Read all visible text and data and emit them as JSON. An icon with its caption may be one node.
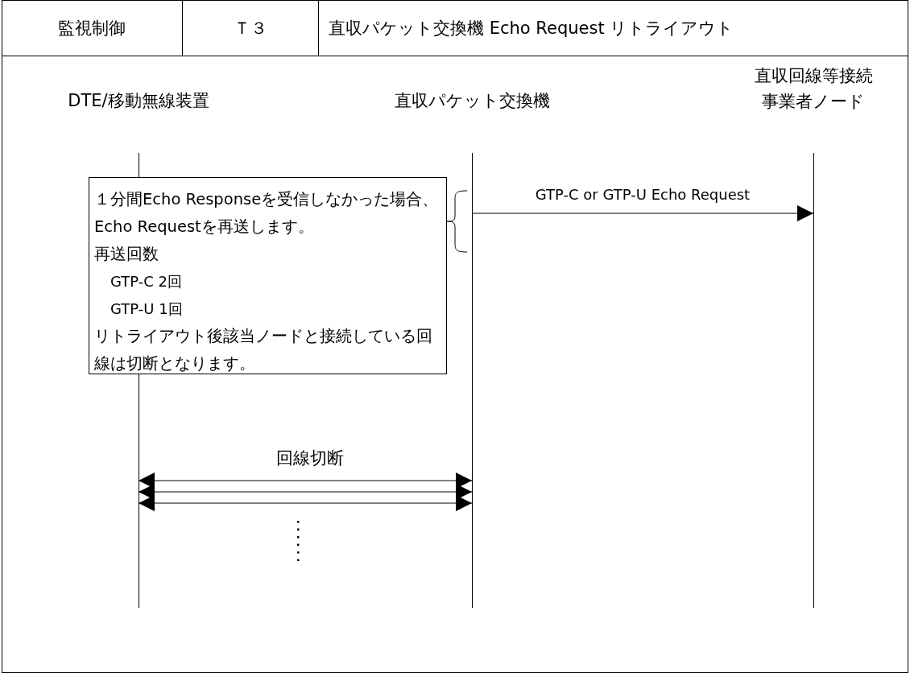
{
  "diagram": {
    "nodes": [
      {
        "text": [
          "DTE/移動無線装置"
        ]
      },
      {
        "text": [
          "直収パケット交換機"
        ]
      },
      {
        "text": [
          "直収回線等接続事業者ノード"
        ]
      },
      {
        "text": [
          "１分間Echo Responseを受信しなかった場合、Echo Requestを再送します。",
          "再送回数",
          "GTP-C 2回",
          "GTP-U 1回",
          "リトライアウト後該当ノードと接続している回線は切断となります。"
        ]
      }
    ],
    "edges": [
      {
        "from": 1,
        "to": 2,
        "arrow": "to",
        "label": "GTP-C or GTP-U Echo Request"
      },
      {
        "from": 0,
        "to": 1,
        "arrow": "both",
        "label": "回線切断"
      },
      {
        "from": 0,
        "to": 1,
        "arrow": "both"
      },
      {
        "from": 0,
        "to": 1,
        "arrow": "both"
      }
    ],
    "labels": [
      "監視制御",
      "Ｔ３",
      "直収パケット交換機 Echo Request リトライアウト"
    ]
  }
}
